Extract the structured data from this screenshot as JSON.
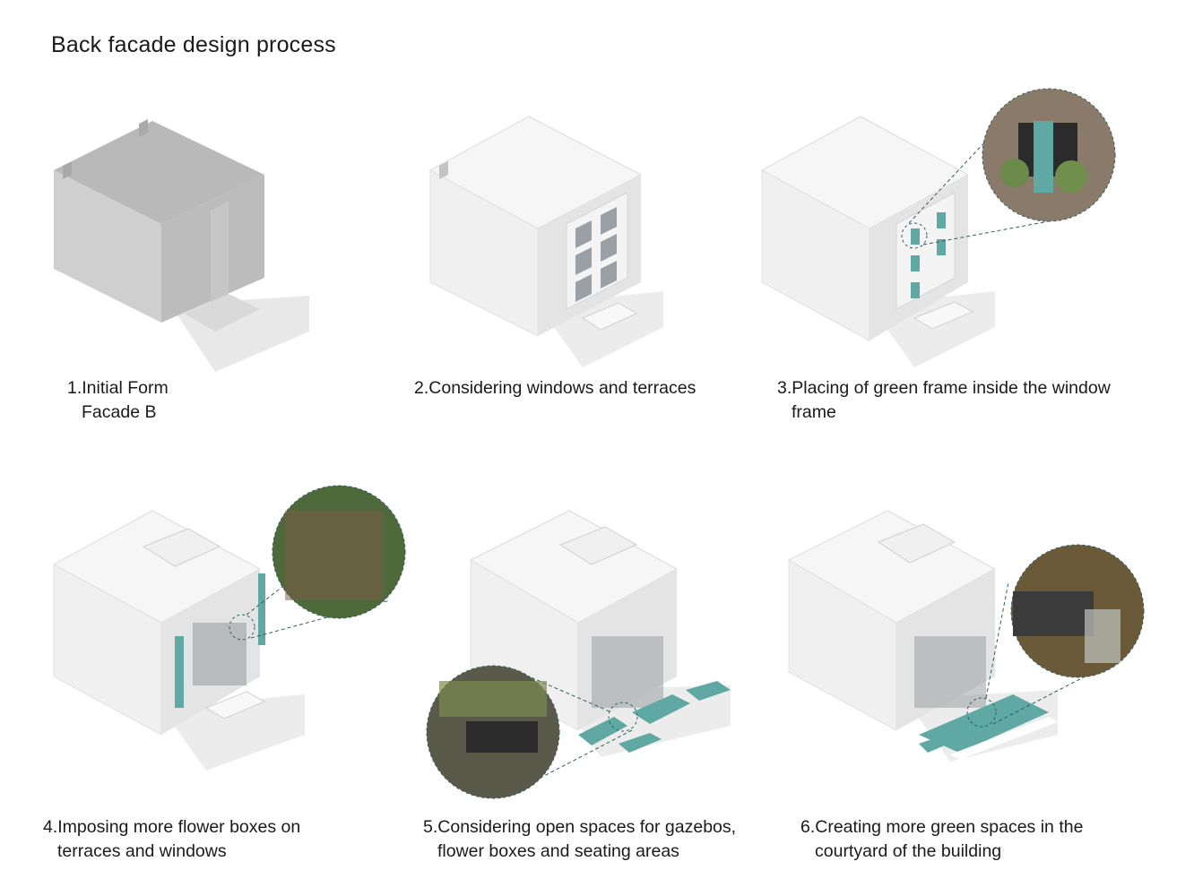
{
  "title": "Back facade design process",
  "colors": {
    "teal": "#5fa8a3",
    "building": "#f2f2f2",
    "shadow": "#e6e6e6",
    "initial": "#c8c8c8",
    "text": "#1a1a1a"
  },
  "steps": [
    {
      "number": "1.",
      "line1": "Initial Form",
      "line2": "Facade B"
    },
    {
      "number": "2.",
      "line1": "Considering windows and terraces",
      "line2": ""
    },
    {
      "number": "3.",
      "line1": "Placing of green frame inside the window",
      "line2": "frame"
    },
    {
      "number": "4.",
      "line1": "Imposing more flower boxes on",
      "line2": "terraces and windows"
    },
    {
      "number": "5.",
      "line1": "Considering open spaces for gazebos,",
      "line2": "flower boxes and seating areas"
    },
    {
      "number": "6.",
      "line1": "Creating more green spaces in the",
      "line2": "courtyard of the building"
    }
  ]
}
